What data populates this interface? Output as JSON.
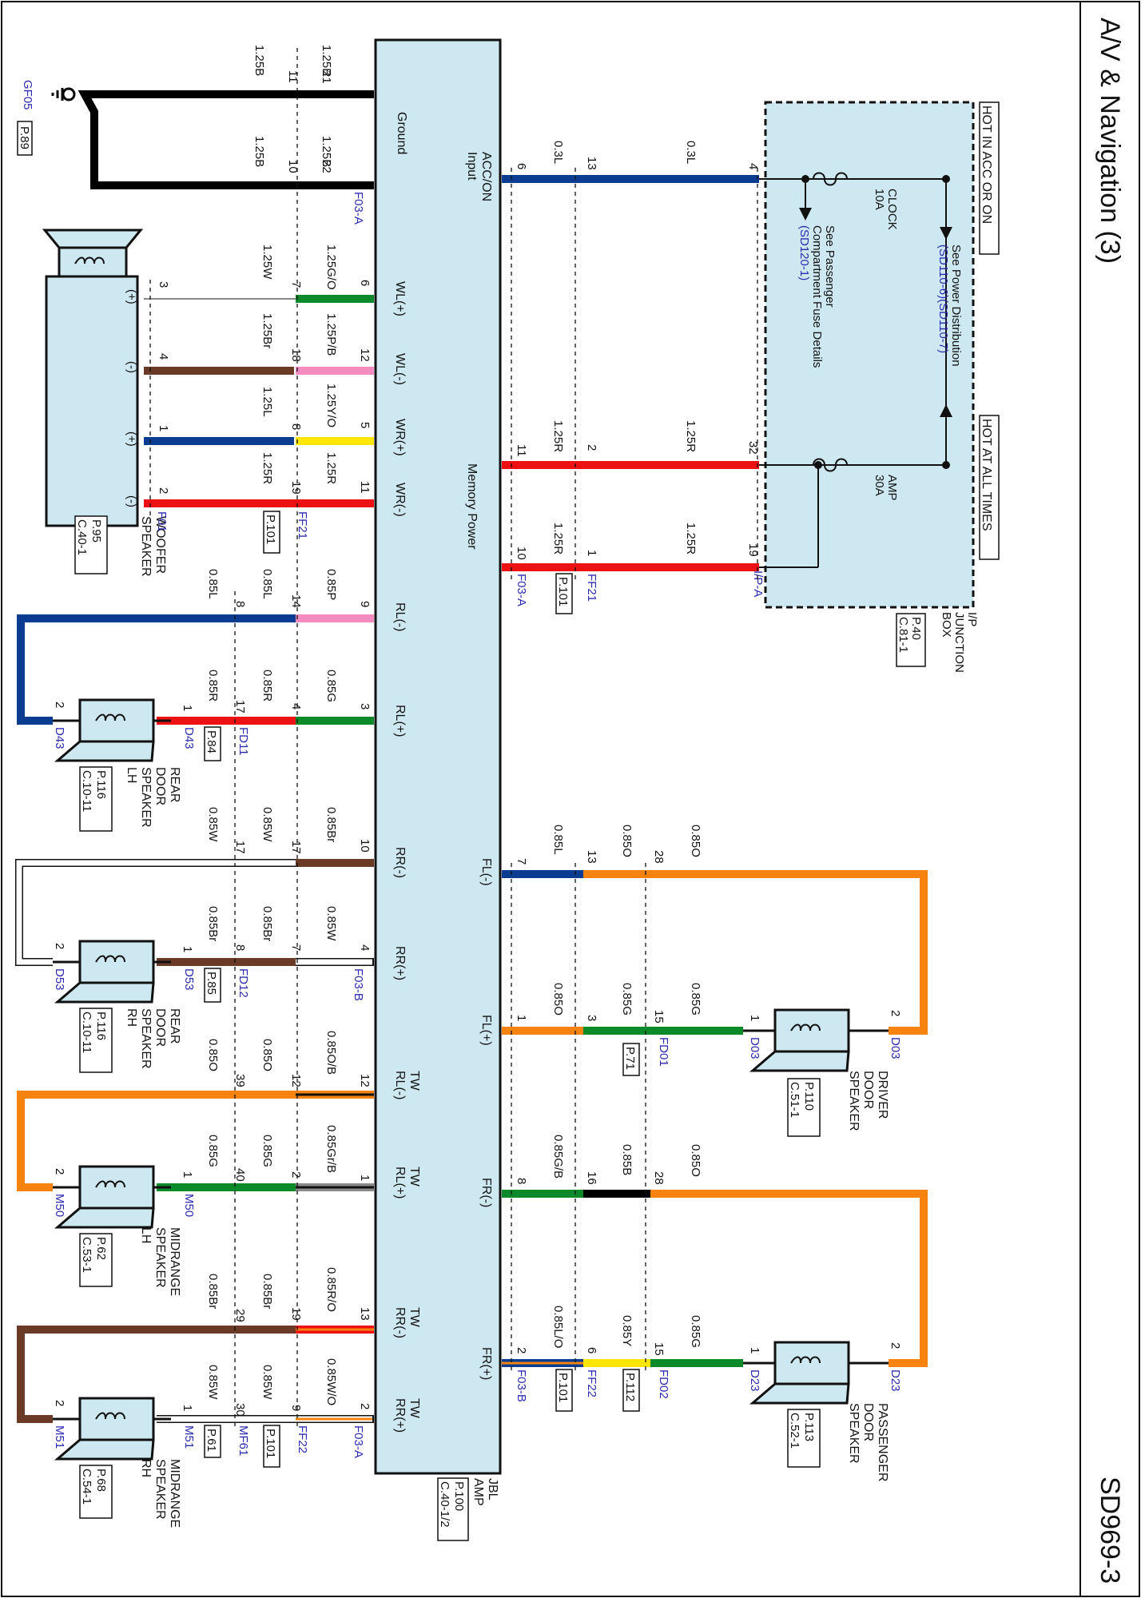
{
  "header": {
    "title": "A/V & Navigation (3)",
    "page_code": "SD969-3"
  },
  "colors": {
    "panel": "#cde8f0",
    "blue_wire": "#0a3d91",
    "red_wire": "#ee1111",
    "orange_wire": "#f7830f",
    "green_wire": "#0c8a2a",
    "brown_wire": "#6b3a26",
    "pink_wire": "#f48cc2",
    "yellow_wire": "#ffe600",
    "gray_wire": "#8a8a8a",
    "black_wire": "#000000",
    "white_wire": "#ffffff",
    "ref_text": "#2b2bb0"
  },
  "ground": {
    "ref": "GF05",
    "page": "P.89",
    "box_label": "Ground",
    "connector": "F03-A",
    "pins": [
      "21",
      "22"
    ],
    "wire_amp": "1.25B",
    "mid_pins": [
      "11",
      "10"
    ],
    "outer_wire": "1.25B"
  },
  "amp": {
    "name": "JBL AMP",
    "line1": "JBL",
    "line2": "AMP",
    "page": "P.100",
    "cell": "C.40-1/2"
  },
  "junction": {
    "name": "I/P JUNCTION BOX",
    "line1": "I/P",
    "line2": "JUNCTION",
    "line3": "BOX",
    "page": "P.40",
    "cell": "C.81-1",
    "hot_acc": "HOT IN ACC OR ON",
    "hot_all": "HOT AT ALL TIMES",
    "clock_fuse": "CLOCK",
    "clock_amp": "10A",
    "amp_fuse": "AMP",
    "amp_amp": "30A",
    "ref_power": "See Power Distribution",
    "ref_power_codes": "(SD110-6)(SD110-7)",
    "ref_fuse1": "See Passenger",
    "ref_fuse2": "Compartment Fuse Details",
    "ref_fuse_code": "(SD120-1)",
    "connector": "I/P-A"
  },
  "acc_input": {
    "label1": "ACC/ON",
    "label2": "Input",
    "pins": [
      "6",
      "13",
      "4"
    ],
    "wires": [
      "0.3L",
      "0.3L"
    ]
  },
  "memory": {
    "label": "Memory Power",
    "row1_pins": [
      "11",
      "2",
      "32"
    ],
    "row2_pins": [
      "10",
      "1",
      "19"
    ],
    "wire": "1.25R",
    "ff21": "FF21",
    "ff21_page": "P.101",
    "f03a": "F03-A"
  },
  "woofer": {
    "name": "WOOFER SPEAKER",
    "line1": "WOOFER",
    "line2": "SPEAKER",
    "page": "P.95",
    "cell": "C.40-1",
    "connector": "F01",
    "inline": "FF21",
    "inline_page": "P.101",
    "rows": [
      {
        "amp_label": "WL(+)",
        "amp_pin": "6",
        "amp_wire": "1.25G/O",
        "mid_pin": "7",
        "sp_wire": "1.25W",
        "sp_pin": "3",
        "polarity": "(+)"
      },
      {
        "amp_label": "WL(-)",
        "amp_pin": "12",
        "amp_wire": "1.25P/B",
        "mid_pin": "18",
        "sp_wire": "1.25Br",
        "sp_pin": "4",
        "polarity": "(-)"
      },
      {
        "amp_label": "WR(+)",
        "amp_pin": "5",
        "amp_wire": "1.25Y/O",
        "mid_pin": "8",
        "sp_wire": "1.25L",
        "sp_pin": "1",
        "polarity": "(+)"
      },
      {
        "amp_label": "WR(-)",
        "amp_pin": "11",
        "amp_wire": "1.25R",
        "mid_pin": "19",
        "sp_wire": "1.25R",
        "sp_pin": "2",
        "polarity": "(-)"
      }
    ]
  },
  "rear_lh": {
    "line1": "REAR",
    "line2": "DOOR",
    "line3": "SPEAKER",
    "line4": "LH",
    "page": "P.116",
    "cell": "C.10-11",
    "connector": "D43",
    "inline": "FD11",
    "inline_page": "P.84",
    "neg": {
      "amp_label": "RL(-)",
      "amp_pin": "9",
      "amp_wire": "0.85P",
      "mid_pin": "14",
      "mid_wire": "0.85L",
      "pin2": "8",
      "out_wire": "0.85L",
      "sp_pin": "2"
    },
    "pos": {
      "amp_label": "RL(+)",
      "amp_pin": "3",
      "amp_wire": "0.85G",
      "mid_pin": "4",
      "mid_wire": "0.85R",
      "pin2": "17",
      "out_wire": "0.85R",
      "sp_pin": "1"
    }
  },
  "rear_rh": {
    "line1": "REAR",
    "line2": "DOOR",
    "line3": "SPEAKER",
    "line4": "RH",
    "page": "P.116",
    "cell": "C.10-11",
    "connector": "D53",
    "inline": "FD12",
    "inline_page": "P.85",
    "amp_connector": "F03-B",
    "neg": {
      "amp_label": "RR(-)",
      "amp_pin": "10",
      "amp_wire": "0.85Br",
      "mid_pin": "17",
      "mid_wire": "0.85W",
      "pin2": "17",
      "out_wire": "0.85W",
      "sp_pin": "2"
    },
    "pos": {
      "amp_label": "RR(+)",
      "amp_pin": "4",
      "amp_wire": "0.85W",
      "mid_pin": "7",
      "mid_wire": "0.85Br",
      "pin2": "8",
      "out_wire": "0.85Br",
      "sp_pin": "1"
    }
  },
  "mid_lh": {
    "line1": "MIDRANGE",
    "line2": "SPEAKER",
    "line3": "LH",
    "page": "P.62",
    "cell": "C.53-1",
    "connector": "M50",
    "neg": {
      "amp_label1": "TW",
      "amp_label2": "RL(-)",
      "amp_pin": "12",
      "amp_wire": "0.85O/B",
      "mid_pin": "12",
      "mid_wire": "0.85O",
      "pin2": "39",
      "out_wire": "0.85O",
      "sp_pin": "2"
    },
    "pos": {
      "amp_label1": "TW",
      "amp_label2": "RL(+)",
      "amp_pin": "1",
      "amp_wire": "0.85Gr/B",
      "mid_pin": "2",
      "mid_wire": "0.85G",
      "pin2": "40",
      "out_wire": "0.85G",
      "sp_pin": "1"
    }
  },
  "mid_rh": {
    "line1": "MIDRANGE",
    "line2": "SPEAKER",
    "line3": "RH",
    "page": "P.68",
    "cell": "C.54-1",
    "connector": "M51",
    "inline": "MF61",
    "inline_page": "P.61",
    "inline2": "FF22",
    "inline2_page": "P.101",
    "amp_connector": "F03-A",
    "neg": {
      "amp_label1": "TW",
      "amp_label2": "RR(-)",
      "amp_pin": "13",
      "amp_wire": "0.85R/O",
      "mid_pin": "19",
      "mid_wire": "0.85Br",
      "pin2": "29",
      "out_wire": "0.85Br",
      "sp_pin": "2"
    },
    "pos": {
      "amp_label1": "TW",
      "amp_label2": "RR(+)",
      "amp_pin": "2",
      "amp_wire": "0.85W/O",
      "mid_pin": "9",
      "mid_wire": "0.85W",
      "pin2": "30",
      "out_wire": "0.85W",
      "sp_pin": "1"
    }
  },
  "driver": {
    "line1": "DRIVER",
    "line2": "DOOR",
    "line3": "SPEAKER",
    "page": "P.110",
    "cell": "C.51-1",
    "connector": "D03",
    "inline": "FD01",
    "inline_page": "P.71",
    "neg": {
      "amp_label": "FL(-)",
      "amp_pin": "7",
      "amp_wire": "0.85L",
      "mid_pin": "13",
      "mid_wire": "0.85O",
      "pin2": "28",
      "out_wire": "0.85O",
      "sp_pin": "2"
    },
    "pos": {
      "amp_label": "FL(+)",
      "amp_pin": "1",
      "amp_wire": "0.85O",
      "mid_pin": "3",
      "mid_wire": "0.85G",
      "pin2": "15",
      "out_wire": "0.85G",
      "sp_pin": "1"
    }
  },
  "passenger": {
    "line1": "PASSENGER",
    "line2": "DOOR",
    "line3": "SPEAKER",
    "page": "P.113",
    "cell": "C.52-1",
    "connector": "D23",
    "inline": "FD02",
    "inline_page": "P.112",
    "inline2": "FF22",
    "inline2_page": "P.101",
    "amp_connector": "F03-B",
    "neg": {
      "amp_label": "FR(-)",
      "amp_pin": "8",
      "amp_wire": "0.85G/B",
      "mid_pin": "16",
      "mid_wire": "0.85B",
      "pin2": "28",
      "out_wire": "0.85O",
      "sp_pin": "2"
    },
    "pos": {
      "amp_label": "FR(+)",
      "amp_pin": "2",
      "amp_wire": "0.85L/O",
      "mid_pin": "6",
      "mid_wire": "0.85Y",
      "pin2": "15",
      "out_wire": "0.85G",
      "sp_pin": "1"
    }
  }
}
